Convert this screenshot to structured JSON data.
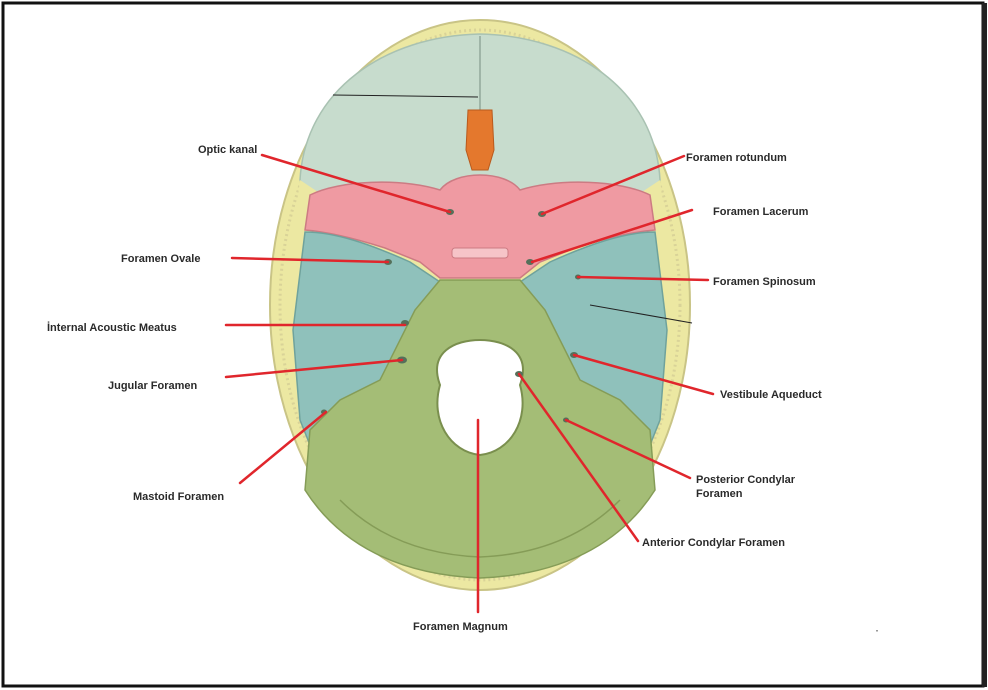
{
  "colors": {
    "frontal_fossa": "#c7dccd",
    "sphenoid": "#ef9aa2",
    "temporal": "#8fc1bb",
    "occipital": "#a4bd76",
    "outer_table": "#ece8a2",
    "ethmoid": "#e4782d",
    "pointer": "#e0262c",
    "frame": "#111111"
  },
  "labels": {
    "optic_kanal": "Optic kanal",
    "foramen_rotundum": "Foramen rotundum",
    "foramen_lacerum": "Foramen Lacerum",
    "foramen_ovale": "Foramen Ovale",
    "foramen_spinosum": "Foramen Spinosum",
    "internal_acoustic_meatus": "İnternal Acoustic Meatus",
    "jugular_foramen": "Jugular Foramen",
    "vestibule_aqueduct": "Vestibule Aqueduct",
    "mastoid_foramen": "Mastoid Foramen",
    "posterior_condylar_foramen_line1": "Posterior Condylar",
    "posterior_condylar_foramen_line2": "Foramen",
    "anterior_condylar_foramen": "Anterior Condylar Foramen",
    "foramen_magnum": "Foramen Magnum"
  }
}
